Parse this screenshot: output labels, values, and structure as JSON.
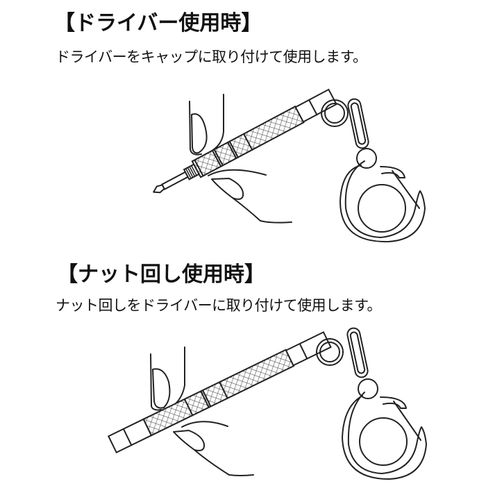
{
  "section_driver": {
    "heading": "【ドライバー使用時】",
    "caption": "ドライバーをキャップに取り付けて使用します。",
    "illustration": "hand-holding-screwdriver-with-keychain"
  },
  "section_nut": {
    "heading": "【ナット回し使用時】",
    "caption": "ナット回しをドライバーに取り付けて使用します。",
    "illustration": "hand-holding-nut-driver-with-keychain"
  },
  "colors": {
    "text": "#111111",
    "line": "#222222",
    "background": "#ffffff"
  }
}
